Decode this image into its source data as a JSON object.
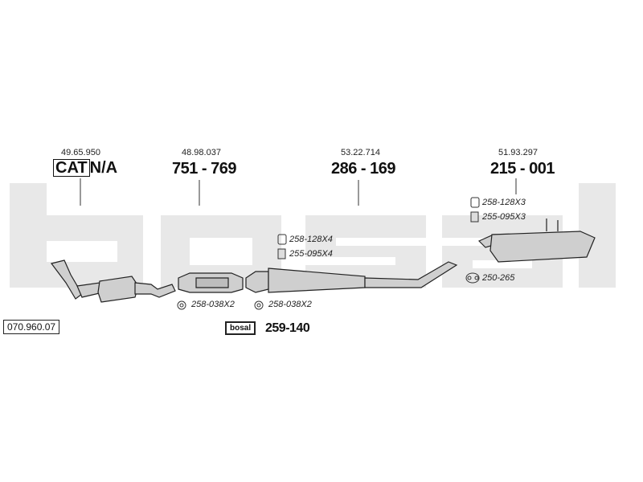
{
  "diagram_ref": "070.960.07",
  "watermark_text": "bosal",
  "sections": [
    {
      "oe": "49.65.950",
      "cat_label": "CAT",
      "cat_value": "N/A"
    },
    {
      "oe": "48.98.037",
      "part": "751 - 769"
    },
    {
      "oe": "53.22.714",
      "part": "286 - 169"
    },
    {
      "oe": "51.93.297",
      "part": "215 - 001"
    }
  ],
  "accessories": [
    {
      "code": "258-128X4",
      "icon": "clamp-icon"
    },
    {
      "code": "255-095X4",
      "icon": "bolt-icon"
    },
    {
      "code": "258-038X2",
      "icon": "nut-icon"
    },
    {
      "code": "258-038X2",
      "icon": "nut-icon"
    },
    {
      "code": "258-128X3",
      "icon": "clamp-icon"
    },
    {
      "code": "255-095X3",
      "icon": "bolt-icon"
    },
    {
      "code": "250-265",
      "icon": "rubber-mount-icon"
    }
  ],
  "mounting_kit": {
    "logo": "bosal",
    "part": "259-140"
  },
  "colors": {
    "watermark": "#e7e7e7",
    "ink": "#111111",
    "part_fill": "#bfbfbf"
  }
}
